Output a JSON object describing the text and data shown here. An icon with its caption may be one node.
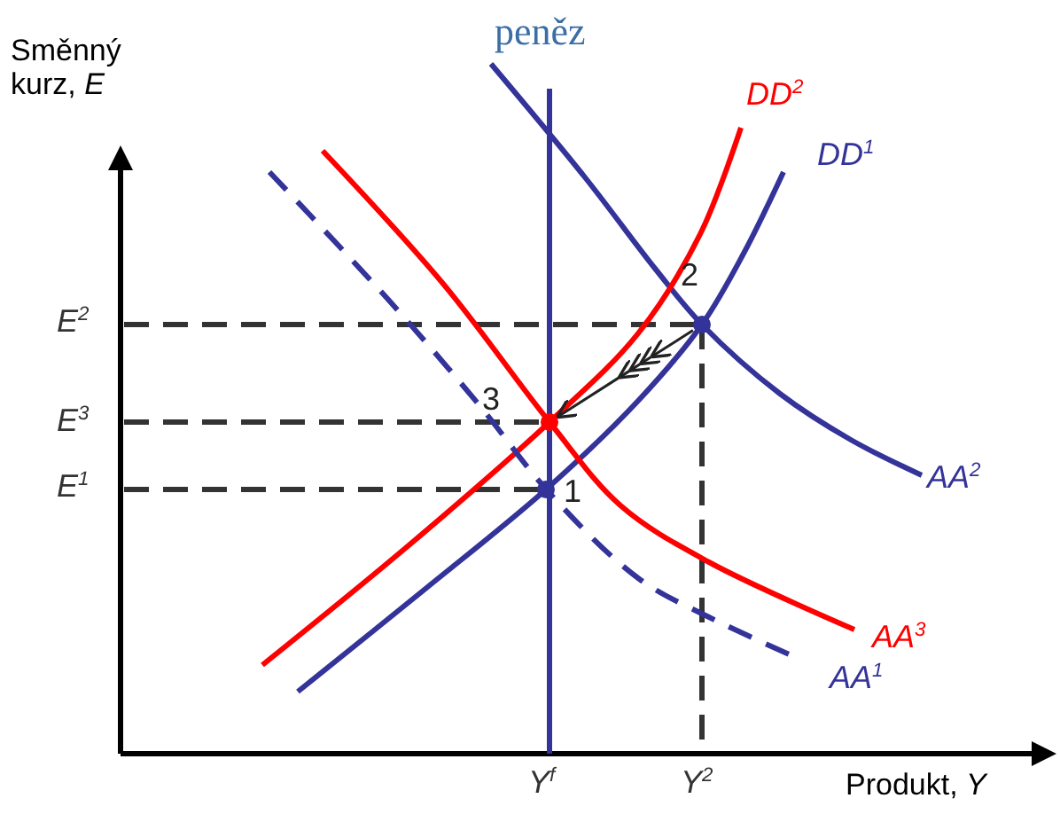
{
  "diagram": {
    "nodes": [
      {
        "text": [],
        "shape": "circle",
        "beside": [
          "1"
        ]
      },
      {
        "text": [],
        "shape": "circle",
        "beside": [
          "2"
        ]
      },
      {
        "text": [],
        "shape": "circle",
        "beside": [
          "3"
        ]
      }
    ],
    "edges": [
      {
        "from": 1,
        "to": 2,
        "arrow": "to"
      }
    ],
    "labels": [
      "peněz",
      "Směnný kurz, *E*",
      "DD$^{2}$",
      "DD$^{1}$",
      "E$^{2}$",
      "E$^{3}$",
      "E$^{1}$",
      "AA$^{2}$",
      "AA$^{3}$",
      "AA$^{1}$",
      "Y$^{f}$",
      "Y$^{2}$",
      "Produkt, *Y*"
    ]
  }
}
